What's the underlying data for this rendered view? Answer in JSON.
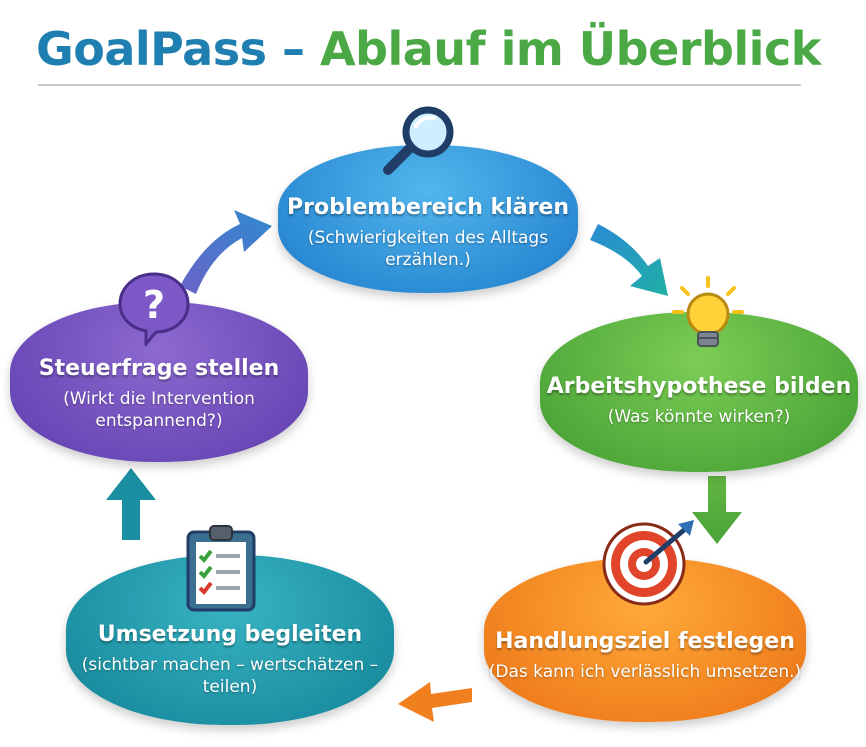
{
  "title": {
    "part1": "GoalPass",
    "dash": " – ",
    "part2": "Ablauf im Überblick"
  },
  "steps": [
    {
      "label": "Problembereich klären",
      "detail_lines": [
        "(Schwierigkeiten des Alltags",
        "erzählen.)"
      ],
      "icon": "magnifier-icon",
      "color": "#2a8ad3"
    },
    {
      "label": "Arbeitshypothese bilden",
      "detail_lines": [
        "(Was könnte wirken?)"
      ],
      "icon": "lightbulb-icon",
      "color": "#4fa83a"
    },
    {
      "label": "Handlungsziel festlegen",
      "detail_lines": [
        "(Das kann ich verlässlich umsetzen.)"
      ],
      "icon": "target-icon",
      "color": "#f07f1d"
    },
    {
      "label": "Umsetzung begleiten",
      "detail_lines": [
        "(sichtbar machen – wertschätzen –",
        "teilen)"
      ],
      "icon": "clipboard-checklist-icon",
      "color": "#1b8fa1"
    },
    {
      "label": "Steuerfrage stellen",
      "detail_lines": [
        "(Wirkt die Intervention",
        "entspannend?)"
      ],
      "icon": "question-bubble-icon",
      "color": "#6a48b6"
    }
  ],
  "colors": {
    "title_blue": "#1e7fb0",
    "title_green": "#4aa845"
  }
}
